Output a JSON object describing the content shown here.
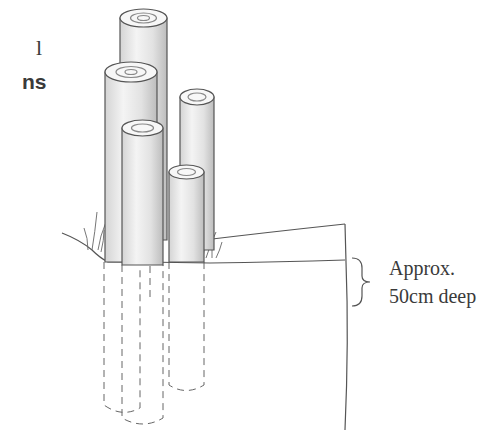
{
  "diagram": {
    "labels": [
      "l",
      "ns",
      "Approx. 50cm deep"
    ]
  }
}
